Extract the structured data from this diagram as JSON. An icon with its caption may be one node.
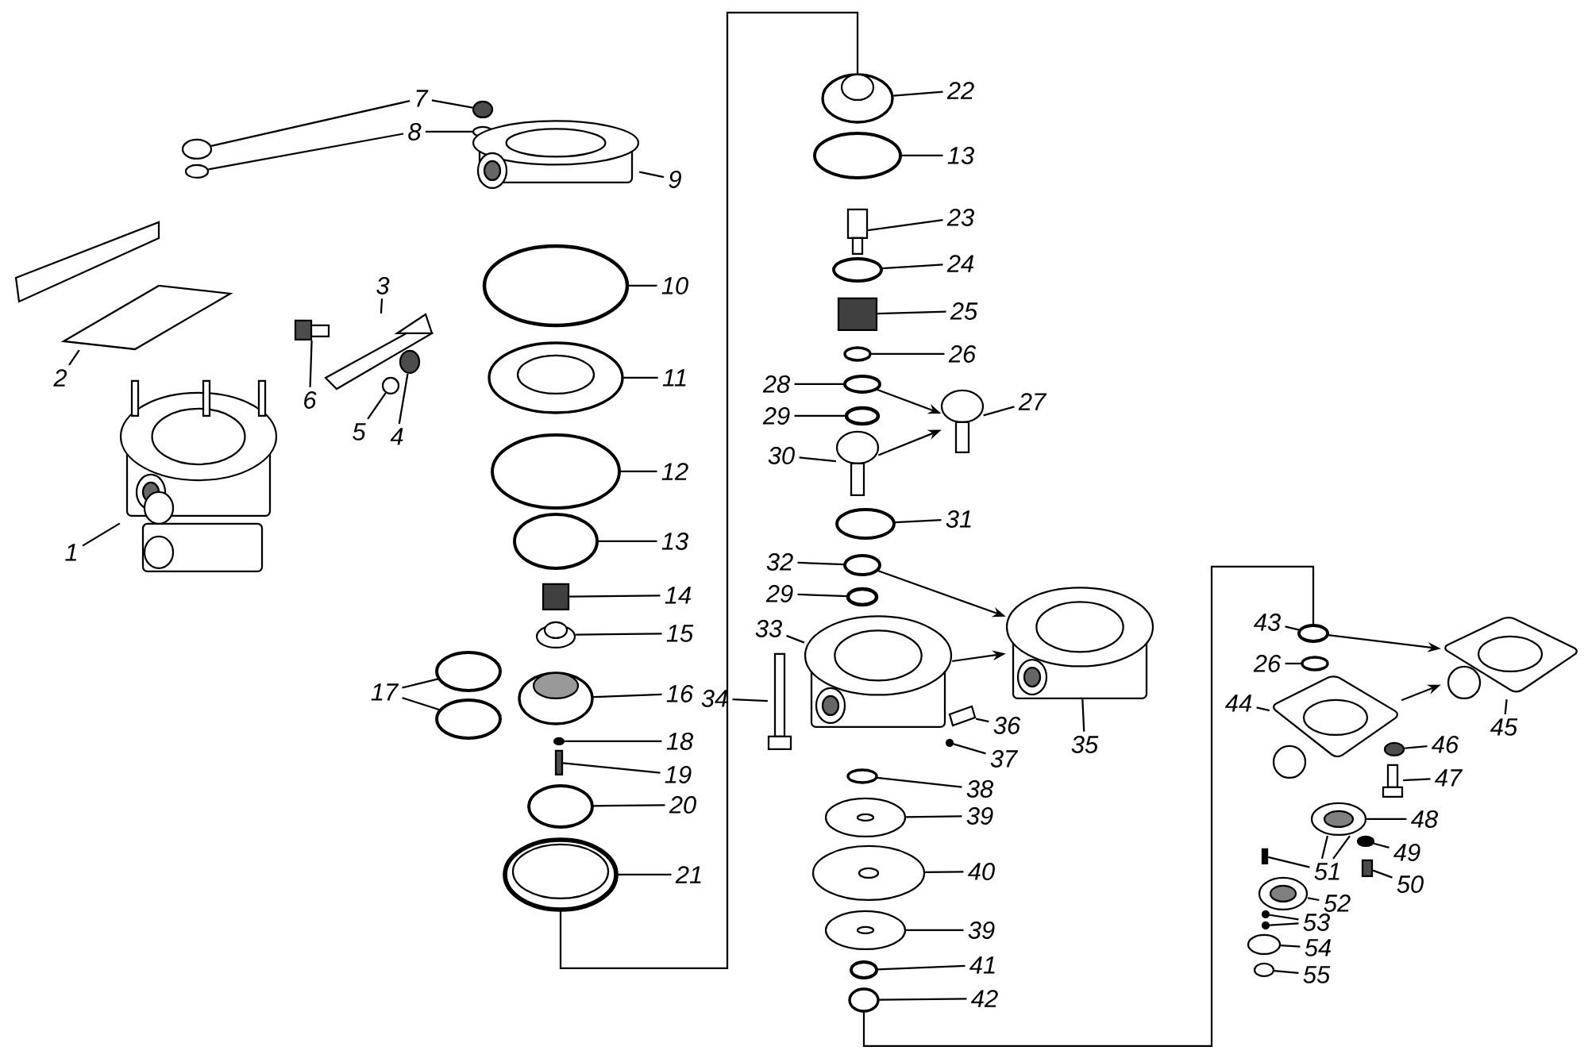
{
  "diagram": {
    "nodes": [
      {
        "text": [
          "7"
        ]
      },
      {
        "text": [
          "8"
        ]
      },
      {
        "text": [
          "9"
        ]
      },
      {
        "text": [
          "2"
        ]
      },
      {
        "text": [
          "3"
        ]
      },
      {
        "text": [
          "10"
        ]
      },
      {
        "text": [
          "11"
        ]
      },
      {
        "text": [
          "6"
        ]
      },
      {
        "text": [
          "5"
        ]
      },
      {
        "text": [
          "4"
        ]
      },
      {
        "text": [
          "12"
        ]
      },
      {
        "text": [
          "1"
        ]
      },
      {
        "text": [
          "13"
        ]
      },
      {
        "text": [
          "14"
        ]
      },
      {
        "text": [
          "15"
        ]
      },
      {
        "text": [
          "17"
        ]
      },
      {
        "text": [
          "16"
        ]
      },
      {
        "text": [
          "18"
        ]
      },
      {
        "text": [
          "19"
        ]
      },
      {
        "text": [
          "20"
        ]
      },
      {
        "text": [
          "21"
        ]
      },
      {
        "text": [
          "22"
        ]
      },
      {
        "text": [
          "13"
        ]
      },
      {
        "text": [
          "23"
        ]
      },
      {
        "text": [
          "24"
        ]
      },
      {
        "text": [
          "25"
        ]
      },
      {
        "text": [
          "26"
        ]
      },
      {
        "text": [
          "28"
        ]
      },
      {
        "text": [
          "27"
        ]
      },
      {
        "text": [
          "29"
        ]
      },
      {
        "text": [
          "30"
        ]
      },
      {
        "text": [
          "31"
        ]
      },
      {
        "text": [
          "32"
        ]
      },
      {
        "text": [
          "29"
        ]
      },
      {
        "text": [
          "33"
        ]
      },
      {
        "text": [
          "34"
        ]
      },
      {
        "text": [
          "36"
        ]
      },
      {
        "text": [
          "35"
        ]
      },
      {
        "text": [
          "37"
        ]
      },
      {
        "text": [
          "38"
        ]
      },
      {
        "text": [
          "39"
        ]
      },
      {
        "text": [
          "40"
        ]
      },
      {
        "text": [
          "39"
        ]
      },
      {
        "text": [
          "41"
        ]
      },
      {
        "text": [
          "42"
        ]
      },
      {
        "text": [
          "43"
        ]
      },
      {
        "text": [
          "26"
        ]
      },
      {
        "text": [
          "44"
        ]
      },
      {
        "text": [
          "45"
        ]
      },
      {
        "text": [
          "46"
        ]
      },
      {
        "text": [
          "47"
        ]
      },
      {
        "text": [
          "48"
        ]
      },
      {
        "text": [
          "49"
        ]
      },
      {
        "text": [
          "51"
        ]
      },
      {
        "text": [
          "50"
        ]
      },
      {
        "text": [
          "52"
        ]
      },
      {
        "text": [
          "53"
        ]
      },
      {
        "text": [
          "54"
        ]
      },
      {
        "text": [
          "55"
        ]
      },
      {
        "text": [],
        "shape": "picture"
      },
      {
        "text": [],
        "shape": "picture"
      },
      {
        "text": [],
        "shape": "picture"
      },
      {
        "text": [],
        "shape": "circle"
      },
      {
        "text": [],
        "shape": "circle"
      },
      {
        "text": [],
        "shape": "picture"
      },
      {
        "text": [],
        "shape": "circle"
      },
      {
        "text": [],
        "shape": "circle"
      },
      {
        "text": [],
        "shape": "circle"
      },
      {
        "text": [],
        "shape": "circle"
      },
      {
        "text": [],
        "shape": "picture"
      },
      {
        "text": [],
        "shape": "circle"
      },
      {
        "text": [],
        "shape": "picture"
      },
      {
        "text": [],
        "shape": "circle"
      },
      {
        "text": [],
        "shape": "circle"
      },
      {
        "text": [],
        "shape": "box"
      },
      {
        "text": [],
        "shape": "circle"
      },
      {
        "text": [],
        "shape": "picture"
      },
      {
        "text": [],
        "shape": "circle"
      },
      {
        "text": [],
        "shape": "circle"
      },
      {
        "text": [],
        "shape": "circle"
      },
      {
        "text": [],
        "shape": "box"
      },
      {
        "text": [],
        "shape": "circle"
      },
      {
        "text": [],
        "shape": "circle"
      },
      {
        "text": [],
        "shape": "picture"
      },
      {
        "text": [],
        "shape": "circle"
      },
      {
        "text": [],
        "shape": "box"
      },
      {
        "text": [],
        "shape": "circle"
      },
      {
        "text": [],
        "shape": "box"
      },
      {
        "text": [],
        "shape": "circle"
      },
      {
        "text": [],
        "shape": "circle"
      },
      {
        "text": [],
        "shape": "circle"
      },
      {
        "text": [],
        "shape": "circle"
      },
      {
        "text": [],
        "shape": "circle"
      },
      {
        "text": [],
        "shape": "circle"
      },
      {
        "text": [],
        "shape": "circle"
      },
      {
        "text": [],
        "shape": "circle"
      },
      {
        "text": [],
        "shape": "picture"
      },
      {
        "text": [],
        "shape": "picture"
      },
      {
        "text": [],
        "shape": "picture"
      },
      {
        "text": [],
        "shape": "picture"
      },
      {
        "text": [],
        "shape": "circle"
      },
      {
        "text": [],
        "shape": "circle"
      },
      {
        "text": [],
        "shape": "circle"
      },
      {
        "text": [],
        "shape": "circle"
      },
      {
        "text": [],
        "shape": "circle"
      },
      {
        "text": [],
        "shape": "circle"
      },
      {
        "text": [],
        "shape": "circle"
      },
      {
        "text": [],
        "shape": "circle"
      },
      {
        "text": [],
        "shape": "circle"
      },
      {
        "text": [],
        "shape": "picture"
      },
      {
        "text": [],
        "shape": "picture"
      },
      {
        "text": [],
        "shape": "circle"
      },
      {
        "text": [],
        "shape": "picture"
      },
      {
        "text": [],
        "shape": "picture"
      },
      {
        "text": [],
        "shape": "circle"
      },
      {
        "text": [],
        "shape": "box"
      },
      {
        "text": [],
        "shape": "box"
      },
      {
        "text": [],
        "shape": "picture"
      },
      {
        "text": [],
        "shape": "circle"
      },
      {
        "text": [],
        "shape": "circle"
      },
      {
        "text": [],
        "shape": "circle"
      },
      {
        "text": [],
        "shape": "circle"
      }
    ],
    "edges": [
      {
        "from": 0,
        "to": 65,
        "arrow": "none"
      },
      {
        "from": 0,
        "to": 67,
        "arrow": "none"
      },
      {
        "from": 1,
        "to": 66,
        "arrow": "none"
      },
      {
        "from": 1,
        "to": 68,
        "arrow": "none"
      },
      {
        "from": 2,
        "to": 69,
        "arrow": "none"
      },
      {
        "from": 3,
        "to": 60,
        "arrow": "none"
      },
      {
        "from": 4,
        "to": 61,
        "arrow": "none"
      },
      {
        "from": 5,
        "to": 70,
        "arrow": "none"
      },
      {
        "from": 6,
        "to": 71,
        "arrow": "none"
      },
      {
        "from": 7,
        "to": 64,
        "arrow": "none"
      },
      {
        "from": 8,
        "to": 63,
        "arrow": "none"
      },
      {
        "from": 9,
        "to": 62,
        "arrow": "none"
      },
      {
        "from": 10,
        "to": 72,
        "arrow": "none"
      },
      {
        "from": 11,
        "to": 59,
        "arrow": "none"
      },
      {
        "from": 12,
        "to": 73,
        "arrow": "none"
      },
      {
        "from": 13,
        "to": 74,
        "arrow": "none"
      },
      {
        "from": 14,
        "to": 75,
        "arrow": "none"
      },
      {
        "from": 15,
        "to": 77,
        "arrow": "none"
      },
      {
        "from": 15,
        "to": 78,
        "arrow": "none"
      },
      {
        "from": 16,
        "to": 76,
        "arrow": "none"
      },
      {
        "from": 17,
        "to": 79,
        "arrow": "none"
      },
      {
        "from": 18,
        "to": 80,
        "arrow": "none"
      },
      {
        "from": 19,
        "to": 81,
        "arrow": "none"
      },
      {
        "from": 20,
        "to": 82,
        "arrow": "none"
      },
      {
        "from": 21,
        "to": 83,
        "arrow": "none"
      },
      {
        "from": 22,
        "to": 84,
        "arrow": "none"
      },
      {
        "from": 23,
        "to": 85,
        "arrow": "none"
      },
      {
        "from": 24,
        "to": 86,
        "arrow": "none"
      },
      {
        "from": 25,
        "to": 87,
        "arrow": "none"
      },
      {
        "from": 26,
        "to": 88,
        "arrow": "none"
      },
      {
        "from": 27,
        "to": 89,
        "arrow": "none"
      },
      {
        "from": 28,
        "to": 91,
        "arrow": "none"
      },
      {
        "from": 29,
        "to": 90,
        "arrow": "none"
      },
      {
        "from": 30,
        "to": 92,
        "arrow": "none"
      },
      {
        "from": 31,
        "to": 93,
        "arrow": "none"
      },
      {
        "from": 32,
        "to": 94,
        "arrow": "none"
      },
      {
        "from": 33,
        "to": 95,
        "arrow": "none"
      },
      {
        "from": 34,
        "to": 96,
        "arrow": "none"
      },
      {
        "from": 35,
        "to": 98,
        "arrow": "none"
      },
      {
        "from": 36,
        "to": 99,
        "arrow": "none"
      },
      {
        "from": 37,
        "to": 97,
        "arrow": "none"
      },
      {
        "from": 38,
        "to": 100,
        "arrow": "none"
      },
      {
        "from": 39,
        "to": 101,
        "arrow": "none"
      },
      {
        "from": 40,
        "to": 102,
        "arrow": "none"
      },
      {
        "from": 41,
        "to": 103,
        "arrow": "none"
      },
      {
        "from": 42,
        "to": 104,
        "arrow": "none"
      },
      {
        "from": 43,
        "to": 105,
        "arrow": "none"
      },
      {
        "from": 44,
        "to": 106,
        "arrow": "none"
      },
      {
        "from": 45,
        "to": 107,
        "arrow": "none"
      },
      {
        "from": 46,
        "to": 108,
        "arrow": "none"
      },
      {
        "from": 47,
        "to": 109,
        "arrow": "none"
      },
      {
        "from": 48,
        "to": 110,
        "arrow": "none"
      },
      {
        "from": 49,
        "to": 111,
        "arrow": "none"
      },
      {
        "from": 50,
        "to": 112,
        "arrow": "none"
      },
      {
        "from": 51,
        "to": 113,
        "arrow": "none"
      },
      {
        "from": 52,
        "to": 114,
        "arrow": "none"
      },
      {
        "from": 53,
        "to": 116,
        "arrow": "none"
      },
      {
        "from": 53,
        "to": 113,
        "arrow": "none"
      },
      {
        "from": 53,
        "to": 113,
        "arrow": "none"
      },
      {
        "from": 54,
        "to": 115,
        "arrow": "none"
      },
      {
        "from": 55,
        "to": 117,
        "arrow": "none"
      },
      {
        "from": 56,
        "to": 118,
        "arrow": "none"
      },
      {
        "from": 56,
        "to": 119,
        "arrow": "none"
      },
      {
        "from": 57,
        "to": 120,
        "arrow": "none"
      },
      {
        "from": 58,
        "to": 121,
        "arrow": "none"
      },
      {
        "from": 89,
        "to": 91,
        "arrow": "to"
      },
      {
        "from": 92,
        "to": 91,
        "arrow": "to"
      },
      {
        "from": 94,
        "to": 97,
        "arrow": "to"
      },
      {
        "from": 96,
        "to": 97,
        "arrow": "to"
      },
      {
        "from": 107,
        "to": 110,
        "arrow": "to"
      },
      {
        "from": 109,
        "to": 110,
        "arrow": "to"
      },
      {
        "from": 82,
        "to": 83,
        "arrow": "none"
      },
      {
        "from": 106,
        "to": 107,
        "arrow": "none"
      }
    ]
  }
}
